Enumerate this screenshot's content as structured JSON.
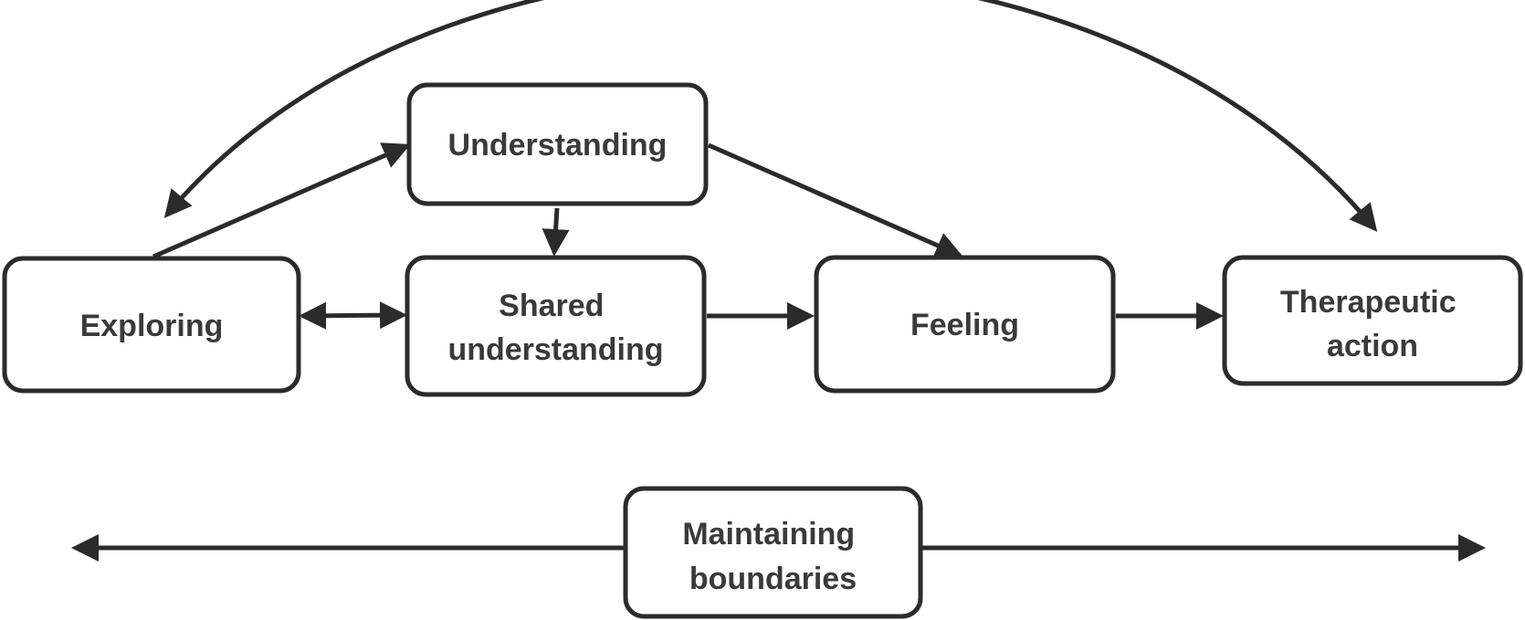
{
  "diagram": {
    "colors": {
      "stroke": "#2b2b2b",
      "text": "#3a3a3a",
      "background": "#ffffff"
    },
    "nodes": {
      "understanding": {
        "lines": [
          "Understanding"
        ]
      },
      "exploring": {
        "lines": [
          "Exploring"
        ]
      },
      "shared_understanding": {
        "lines": [
          "Shared",
          "understanding"
        ]
      },
      "feeling": {
        "lines": [
          "Feeling"
        ]
      },
      "therapeutic_action": {
        "lines": [
          "Therapeutic",
          "action"
        ]
      },
      "maintaining_boundaries": {
        "lines": [
          "Maintaining",
          "boundaries"
        ]
      }
    },
    "edges": [
      {
        "from": "exploring",
        "to": "understanding",
        "direction": "forward"
      },
      {
        "from": "understanding",
        "to": "shared_understanding",
        "direction": "forward"
      },
      {
        "from": "understanding",
        "to": "feeling",
        "direction": "forward"
      },
      {
        "from": "exploring",
        "to": "shared_understanding",
        "direction": "both"
      },
      {
        "from": "shared_understanding",
        "to": "feeling",
        "direction": "forward"
      },
      {
        "from": "feeling",
        "to": "therapeutic_action",
        "direction": "forward"
      },
      {
        "from": "exploring",
        "to": "therapeutic_action",
        "direction": "both",
        "style": "arc"
      },
      {
        "from": "maintaining_boundaries",
        "to": "left",
        "direction": "both",
        "style": "horizontal-span"
      }
    ]
  }
}
